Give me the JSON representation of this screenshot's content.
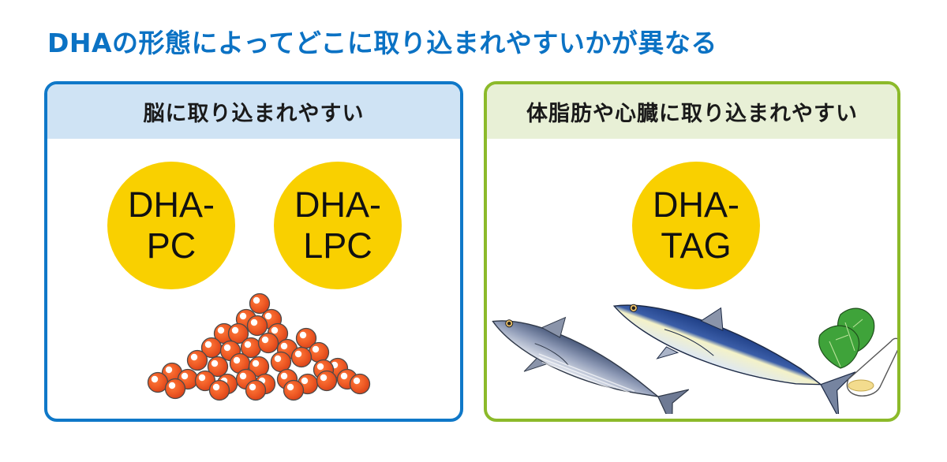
{
  "title": "DHAの形態によってどこに取り込まれやすいかが異なる",
  "colors": {
    "title": "#0b72c4",
    "left_border": "#0f78c8",
    "left_header_bg": "#cfe3f4",
    "right_border": "#8cba2a",
    "right_header_bg": "#e8f0d6",
    "badge": "#f9d000",
    "roe": "#ee5a24",
    "leaf": "#3fa33a"
  },
  "panels": [
    {
      "id": "brain",
      "header": "脳に取り込まれやすい",
      "badges": [
        {
          "line1": "DHA-",
          "line2": "PC"
        },
        {
          "line1": "DHA-",
          "line2": "LPC"
        }
      ],
      "illustration": "salmon-roe-icon"
    },
    {
      "id": "body",
      "header": "体脂肪や心臓に取り込まれやすい",
      "badges": [
        {
          "line1": "DHA-",
          "line2": "TAG"
        }
      ],
      "illustration": "fish-and-shiso-icon"
    }
  ]
}
